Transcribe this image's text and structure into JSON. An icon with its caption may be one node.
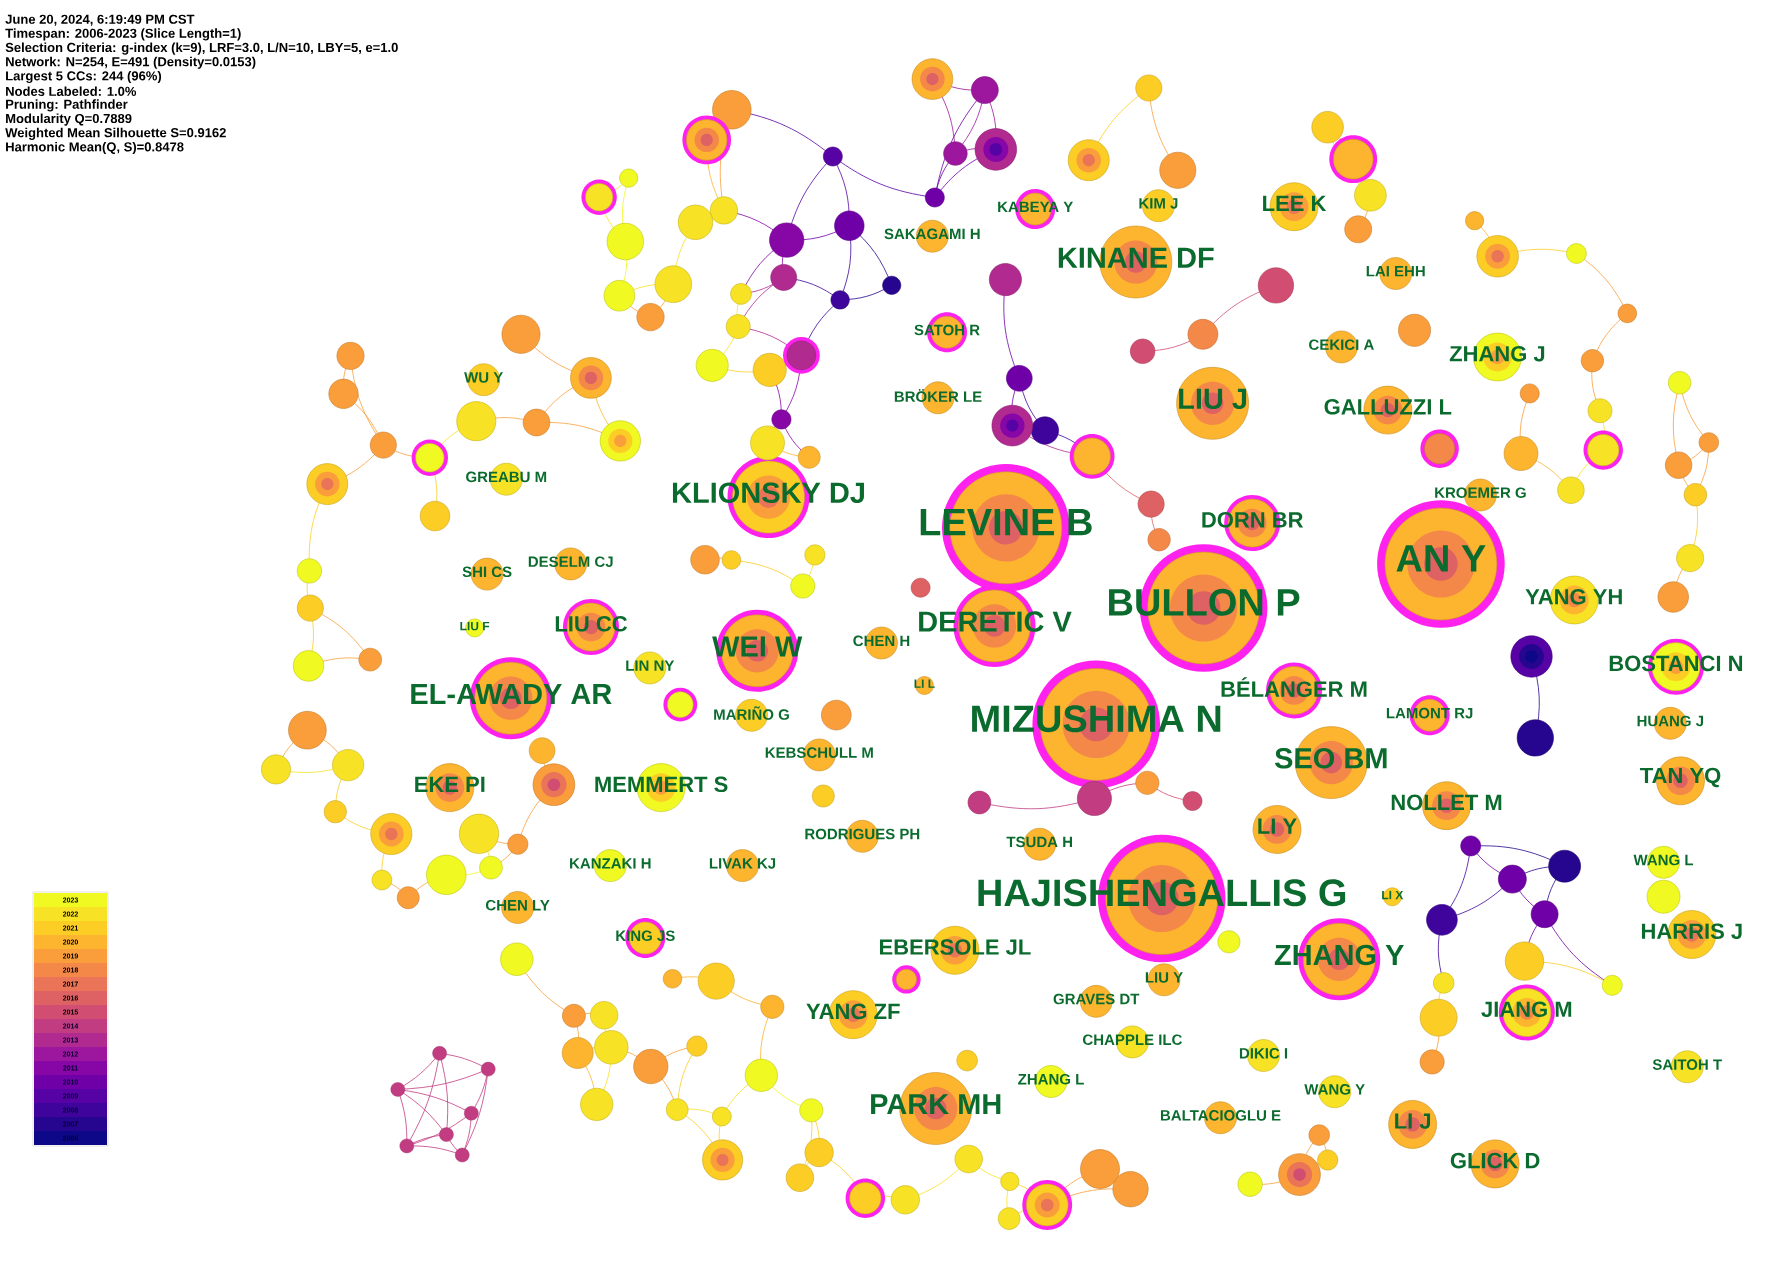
{
  "diagram": {
    "labels": [
      "June 20, 2024, 6:19:49 PM CST",
      "Timespan: 2006-2023 (Slice Length=1)",
      "Selection Criteria: g-index (k=9), LRF=3.0, L/N=10, LBY=5, e=1.0",
      "Network: N=254, E=491 (Density=0.0153)",
      "Largest 5 CCs: 244 (96%)",
      "Nodes Labeled: 1.0%",
      "Pruning: Pathfinder",
      "Modularity Q=0.7889",
      "Weighted Mean Silhouette S=0.9162",
      "Harmonic Mean(Q, S)=0.8478",
      "KABEYA Y",
      "KIM J",
      "LEE K",
      "SAKAGAMI H",
      "KINANE DF",
      "LAI EHH",
      "SATOH R",
      "CEKICI A",
      "ZHANG J",
      "WU Y",
      "BRÖKER LE",
      "LIU J",
      "GALLUZZI L",
      "GREABU M",
      "KLIONSKY DJ",
      "KROEMER G",
      "LEVINE B",
      "DORN BR",
      "AN Y",
      "DESELM CJ",
      "SHI CS",
      "BULLON P",
      "YANG YH",
      "LIU CC",
      "LIU F",
      "DERETIC V",
      "CHEN H",
      "WEI W",
      "LIN NY",
      "BOSTANCI N",
      "EL-AWADY AR",
      "BÉLANGER M",
      "LI L",
      "MARIÑO G",
      "LAMONT RJ",
      "MIZUSHIMA N",
      "HUANG J",
      "KEBSCHULL M",
      "SEO BM",
      "EKE PI",
      "MEMMERT S",
      "TAN YQ",
      "NOLLET M",
      "RODRIGUES PH",
      "LI Y",
      "TSUDA H",
      "KANZAKI H",
      "LIVAK KJ",
      "WANG L",
      "HAJISHENGALLIS G",
      "LI X",
      "CHEN LY",
      "HARRIS J",
      "KING JS",
      "EBERSOLE JL",
      "ZHANG Y",
      "LIU Y",
      "GRAVES DT",
      "YANG ZF",
      "JIANG M",
      "CHAPPLE ILC",
      "DIKIC I",
      "SAITOH T",
      "ZHANG L",
      "WANG Y",
      "PARK MH",
      "BALTACIOGLU E",
      "LI J",
      "GLICK D"
    ],
    "legend": [
      {
        "text": "2023",
        "color": "#f0f921"
      },
      {
        "text": "2022",
        "color": "#f7e225"
      },
      {
        "text": "2021",
        "color": "#fcce25"
      },
      {
        "text": "2020",
        "color": "#fdb42f"
      },
      {
        "text": "2019",
        "color": "#fa9e3b"
      },
      {
        "text": "2018",
        "color": "#f48849"
      },
      {
        "text": "2017",
        "color": "#ea7457"
      },
      {
        "text": "2016",
        "color": "#de6164"
      },
      {
        "text": "2015",
        "color": "#d14e72"
      },
      {
        "text": "2014",
        "color": "#c23c81"
      },
      {
        "text": "2013",
        "color": "#b12a90"
      },
      {
        "text": "2012",
        "color": "#9c179e"
      },
      {
        "text": "2011",
        "color": "#8606a6"
      },
      {
        "text": "2010",
        "color": "#6f00a8"
      },
      {
        "text": "2009",
        "color": "#5702a5"
      },
      {
        "text": "2008",
        "color": "#3e049c"
      },
      {
        "text": "2007",
        "color": "#27068f"
      },
      {
        "text": "2006",
        "color": "#0d0887"
      }
    ]
  }
}
